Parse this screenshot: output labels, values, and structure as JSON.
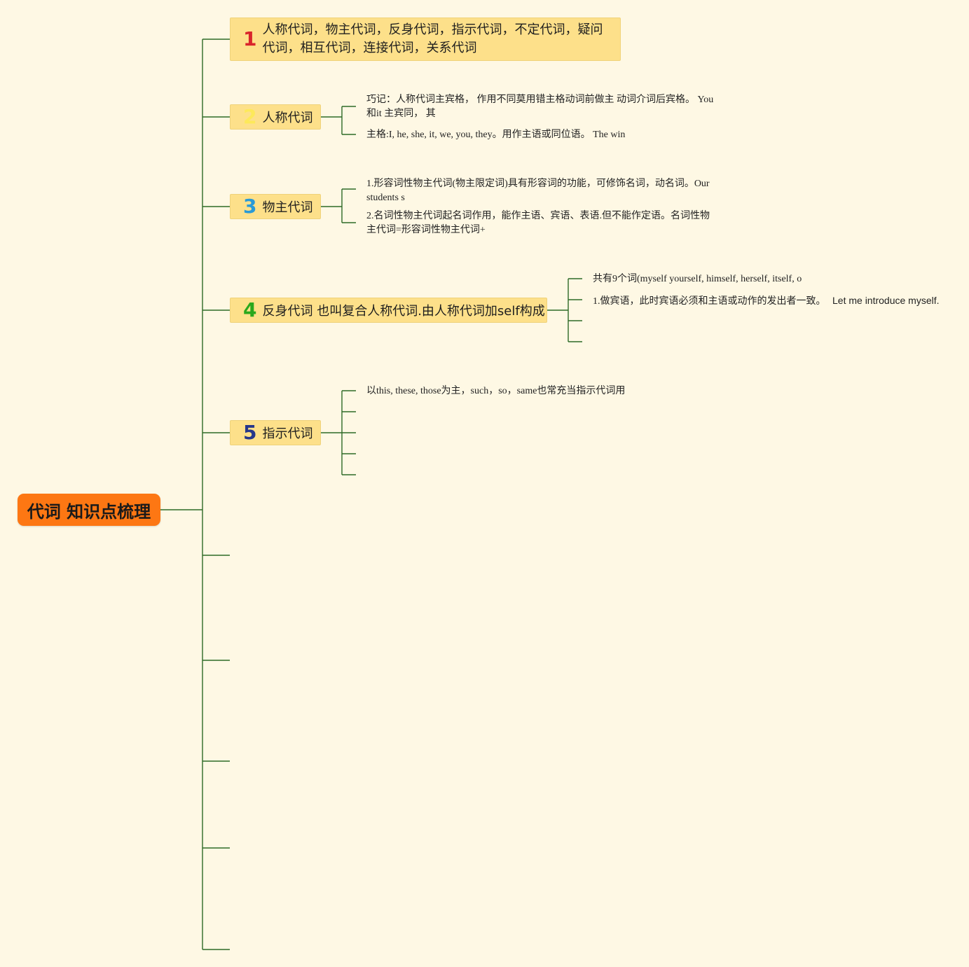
{
  "root": {
    "label": "代词 知识点梳理"
  },
  "topics": [
    {
      "number": "1",
      "label": "人称代词，物主代词，反身代词，指示代词，不定代词，疑问代词，相互代词，连接代词，关系代词",
      "children": []
    },
    {
      "number": "2",
      "label": "人称代词",
      "children": [
        {
          "text": "巧记：人称代词主宾格， 作用不同莫用错主格动词前做主 动词介词后宾格。 You 和it 主宾同， 其"
        },
        {
          "text": "主格:I, he, she, it, we, you, they。用作主语或同位语。 The win"
        }
      ]
    },
    {
      "number": "3",
      "label": "物主代词",
      "children": [
        {
          "text": "1.形容词性物主代词(物主限定词)具有形容词的功能，可修饰名词，动名词。Our students s"
        },
        {
          "text": "2.名词性物主代词起名词作用，能作主语、宾语、表语.但不能作定语。名词性物主代词=形容词性物主代词+"
        }
      ]
    },
    {
      "number": "4",
      "label": "反身代词 也叫复合人称代词.由人称代词加self构成",
      "children": [
        {
          "text": "共有9个词(myself yourself, himself, herself, itself, o"
        },
        {
          "text": "1.做宾语，此时宾语必须和主语或动作的发出者一致。",
          "text_extra": "Let me introduce myself."
        },
        {
          "text": ""
        },
        {
          "text": ""
        }
      ]
    },
    {
      "number": "5",
      "label": "指示代词",
      "children": [
        {
          "text": "以this, these, those为主，such，so，same也常充当指示代词用"
        },
        {
          "text": ""
        },
        {
          "text": ""
        },
        {
          "text": ""
        },
        {
          "text": ""
        }
      ]
    }
  ],
  "colors": {
    "background": "#fef8e4",
    "root_fill": "#fd7713",
    "topic_fill": "#fde08a",
    "connector": "#1f5a1a"
  }
}
